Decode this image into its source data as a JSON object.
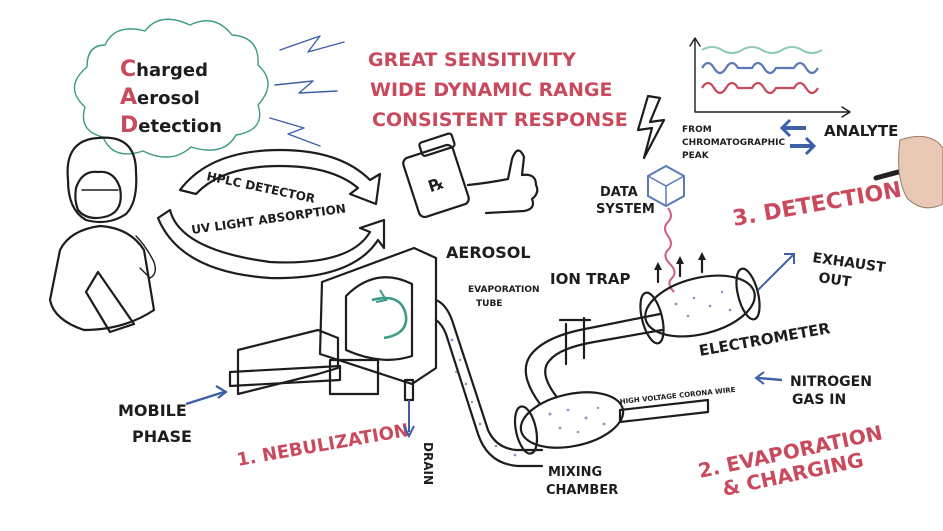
{
  "cad": {
    "line1": "Charged",
    "line2": "Aerosol",
    "line3": "Detection",
    "accent_color": "#c94a5c"
  },
  "hplc_arrow": {
    "top_text": "HPLC DETECTOR",
    "bottom_text": "UV LIGHT ABSORPTION"
  },
  "benefits": {
    "line1": "GREAT SENSITIVITY",
    "line2": "WIDE DYNAMIC RANGE",
    "line3": "CONSISTENT RESPONSE",
    "color": "#c94a5c"
  },
  "chromatogram": {
    "from_label_1": "FROM",
    "from_label_2": "CHROMATOGRAPHIC",
    "from_label_3": "PEAK",
    "analyte_label": "ANALYTE"
  },
  "data_system": {
    "line1": "DATA",
    "line2": "SYSTEM"
  },
  "steps": {
    "detection": "3. DETECTION",
    "nebulization": "1. NEBULIZATION",
    "evaporation_1": "2. EVAPORATION",
    "evaporation_2": "& CHARGING"
  },
  "parts": {
    "aerosol": "AEROSOL",
    "evaporation_tube_1": "EVAPORATION",
    "evaporation_tube_2": "TUBE",
    "ion_trap": "ION TRAP",
    "exhaust_1": "EXHAUST",
    "exhaust_2": "OUT",
    "electrometer": "ELECTROMETER",
    "nitrogen_1": "NITROGEN",
    "nitrogen_2": "GAS IN",
    "corona_wire": "HIGH VOLTAGE CORONA WIRE",
    "mixing_1": "MIXING",
    "mixing_2": "CHAMBER",
    "drain": "DRAIN",
    "mobile_1": "MOBILE",
    "mobile_2": "PHASE"
  },
  "icons": [
    "lightning-bolt-icon",
    "pill-bottle-icon",
    "thumbs-up-icon",
    "cube-icon",
    "marker-pen-icon",
    "scientist-figure"
  ]
}
